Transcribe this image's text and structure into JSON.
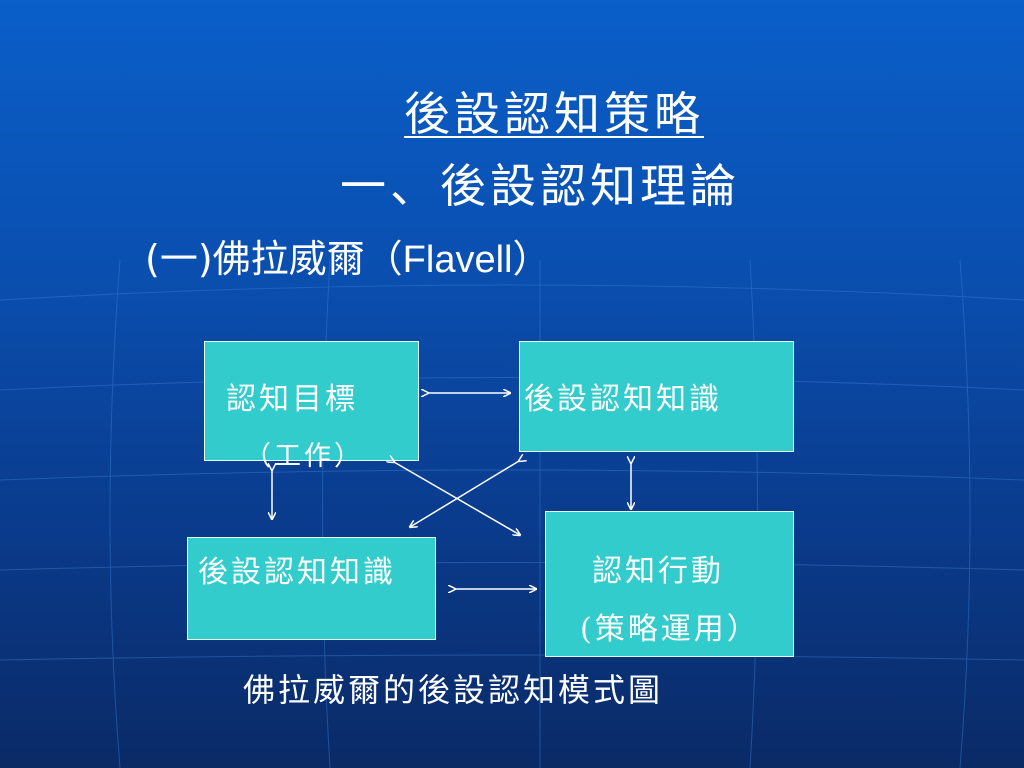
{
  "slide": {
    "title": "後設認知策略",
    "subtitle": "一、後設認知理論",
    "section_marker": "(一)",
    "section_name": "佛拉威爾（",
    "section_latin": "Flavell",
    "section_close": "）",
    "caption": "佛拉威爾的後設認知模式圖"
  },
  "diagram": {
    "box_goal": {
      "line1": "認知目標",
      "line2": "（工作）"
    },
    "box_knowledge_top": {
      "line1": "後設認知知識"
    },
    "box_knowledge_bottom": {
      "line1": "後設認知知識"
    },
    "box_action": {
      "line1": "認知行動",
      "line2": "(策略運用）"
    }
  },
  "colors": {
    "background_top": "#0a5fc9",
    "background_bottom": "#0a2a66",
    "box_fill": "#33cccc",
    "text": "#ffffff"
  }
}
